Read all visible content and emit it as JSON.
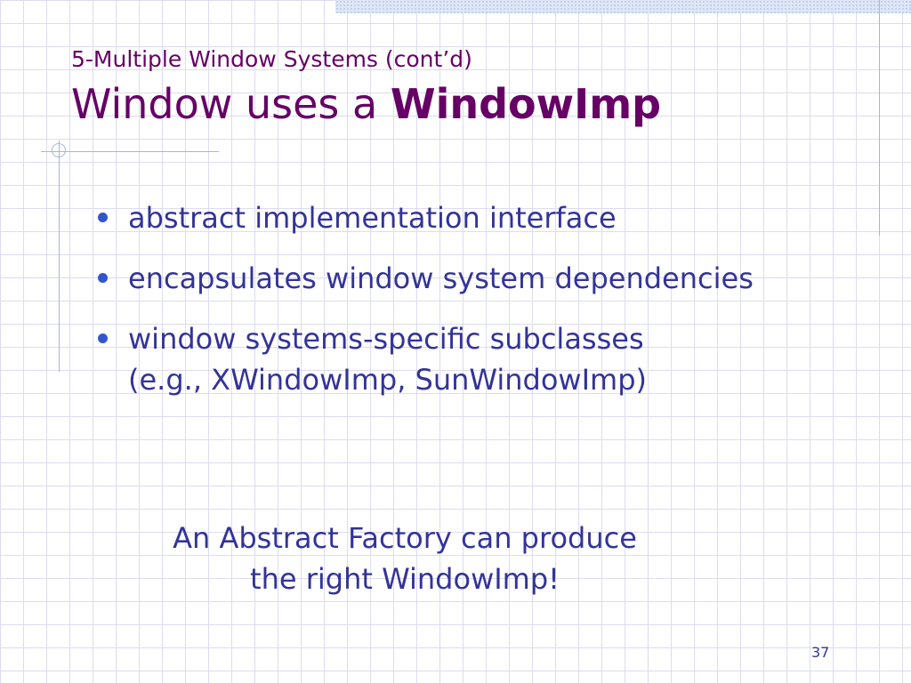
{
  "slide": {
    "subtitle": "5-Multiple Window Systems (cont’d)",
    "title_plain": "Window uses a ",
    "title_bold": "WindowImp",
    "bullets": [
      {
        "lines": [
          "abstract implementation interface"
        ]
      },
      {
        "lines": [
          "encapsulates window system dependencies"
        ]
      },
      {
        "lines": [
          "window systems-specific subclasses",
          "(e.g., XWindowImp, SunWindowImp)"
        ]
      }
    ],
    "note_lines": [
      "An Abstract Factory can produce",
      "the right WindowImp!"
    ],
    "page_number": "37",
    "colors": {
      "title": "#660066",
      "body_text": "#333399",
      "bullet": "#3355cc",
      "grid": "#dcdcef"
    }
  }
}
